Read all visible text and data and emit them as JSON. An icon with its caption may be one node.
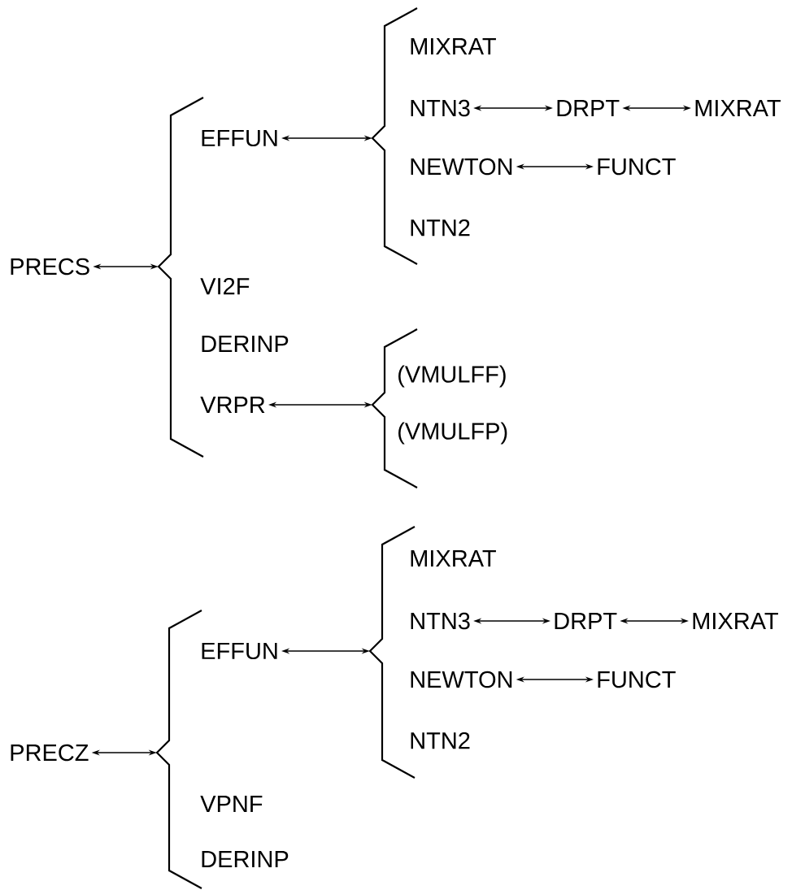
{
  "diagram": {
    "nodes": [
      {
        "text": [
          "PRECS"
        ]
      },
      {
        "text": [],
        "shape": "brace"
      },
      {
        "text": [
          "EFFUN"
        ]
      },
      {
        "text": [],
        "shape": "brace"
      },
      {
        "text": [
          "MIXRAT"
        ]
      },
      {
        "text": [
          "NTN3"
        ]
      },
      {
        "text": [
          "DRPT"
        ]
      },
      {
        "text": [
          "MIXRAT"
        ]
      },
      {
        "text": [
          "NEWTON"
        ]
      },
      {
        "text": [
          "FUNCT"
        ]
      },
      {
        "text": [
          "NTN2"
        ]
      },
      {
        "text": [
          "VI2F"
        ]
      },
      {
        "text": [
          "DERINP"
        ]
      },
      {
        "text": [
          "VRPR"
        ]
      },
      {
        "text": [],
        "shape": "brace"
      },
      {
        "text": [
          "(VMULFF)"
        ]
      },
      {
        "text": [
          "(VMULFP)"
        ]
      },
      {
        "text": [
          "PRECZ"
        ]
      },
      {
        "text": [],
        "shape": "brace"
      },
      {
        "text": [
          "EFFUN"
        ]
      },
      {
        "text": [],
        "shape": "brace"
      },
      {
        "text": [
          "MIXRAT"
        ]
      },
      {
        "text": [
          "NTN3"
        ]
      },
      {
        "text": [
          "DRPT"
        ]
      },
      {
        "text": [
          "MIXRAT"
        ]
      },
      {
        "text": [
          "NEWTON"
        ]
      },
      {
        "text": [
          "FUNCT"
        ]
      },
      {
        "text": [
          "NTN2"
        ]
      },
      {
        "text": [
          "VPNF"
        ]
      },
      {
        "text": [
          "DERINP"
        ]
      }
    ],
    "edges": [
      {
        "from": 0,
        "to": 1,
        "arrow": "both"
      },
      {
        "from": 2,
        "to": 3,
        "arrow": "both"
      },
      {
        "from": 5,
        "to": 6,
        "arrow": "both"
      },
      {
        "from": 6,
        "to": 7,
        "arrow": "both"
      },
      {
        "from": 8,
        "to": 9,
        "arrow": "both"
      },
      {
        "from": 13,
        "to": 14,
        "arrow": "both"
      },
      {
        "from": 17,
        "to": 18,
        "arrow": "both"
      },
      {
        "from": 19,
        "to": 20,
        "arrow": "both"
      },
      {
        "from": 22,
        "to": 23,
        "arrow": "both"
      },
      {
        "from": 23,
        "to": 24,
        "arrow": "both"
      },
      {
        "from": 25,
        "to": 26,
        "arrow": "both"
      }
    ]
  }
}
